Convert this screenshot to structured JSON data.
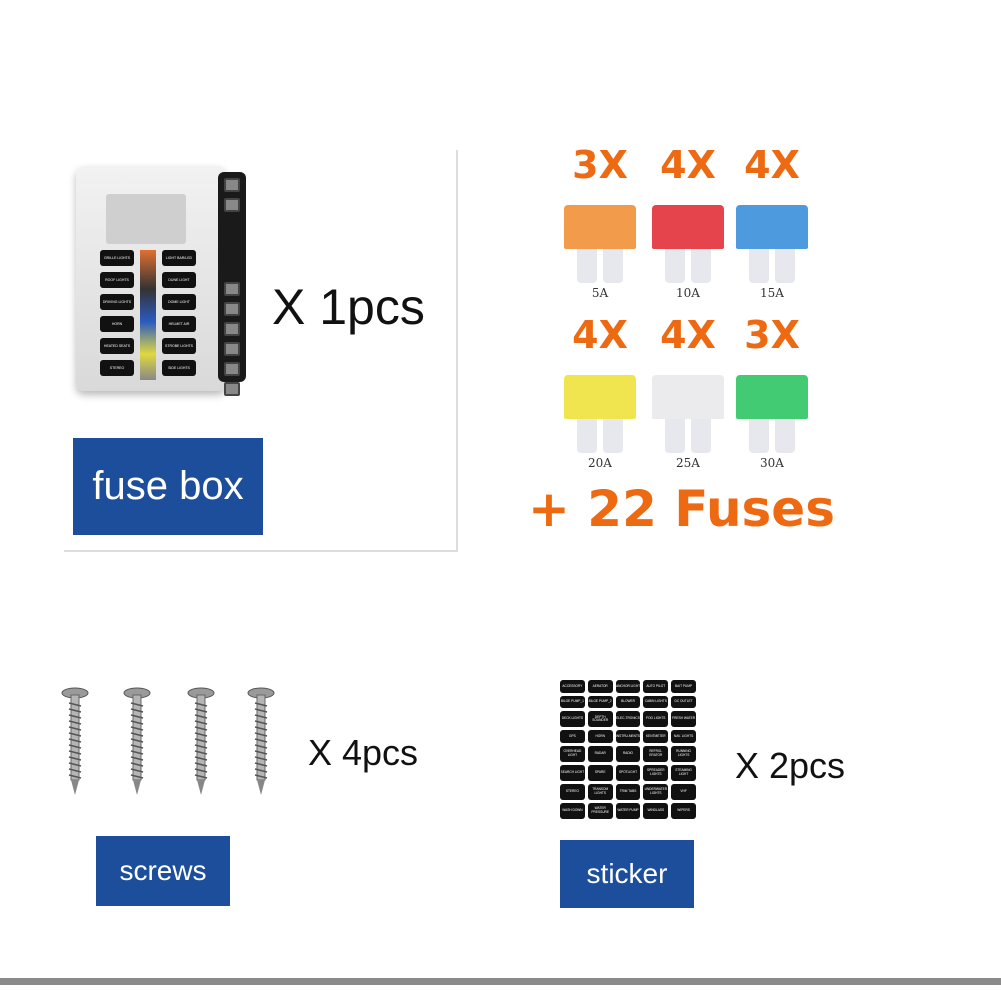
{
  "fuse_box": {
    "qty": "X 1pcs",
    "label": "fuse box",
    "switch_labels": [
      "GRILLE LIGHTS",
      "ROOF LIGHTS",
      "DRIVING LIGHTS",
      "HORN",
      "HEATED SEATS",
      "STEREO",
      "LIGHT BAR/LED",
      "DUNE LIGHT",
      "DOME LIGHT",
      "HELMET AIR",
      "STROBE LIGHTS",
      "SIDE LIGHTS"
    ]
  },
  "fuses": {
    "total": "+ 22 Fuses",
    "items": [
      {
        "count": "3X",
        "amp": "5A",
        "color": "#f08a2a"
      },
      {
        "count": "4X",
        "amp": "10A",
        "color": "#e0232e"
      },
      {
        "count": "4X",
        "amp": "15A",
        "color": "#2f88d8"
      },
      {
        "count": "4X",
        "amp": "20A",
        "color": "#efe030"
      },
      {
        "count": "4X",
        "amp": "25A",
        "color": "#e8e8ea"
      },
      {
        "count": "3X",
        "amp": "30A",
        "color": "#22c25a"
      }
    ]
  },
  "screws": {
    "qty": "X 4pcs",
    "label": "screws"
  },
  "sticker": {
    "qty": "X 2pcs",
    "label": "sticker",
    "labels": [
      "ACCESSORY",
      "AERATOR",
      "ANCHOR LIGHT",
      "AUTO PILOT",
      "BAIT PUMP",
      "BILGE PUMP_1",
      "BILGE PUMP_2",
      "BLOWER",
      "CABIN LIGHTS",
      "DC OUTLET",
      "DECK LIGHTS",
      "DEPTH SOUNDER",
      "ELEC-TRONICS",
      "FOG LIGHTS",
      "FRESH WATER",
      "GPS",
      "HORN",
      "INSTRU-MENTS",
      "KENTMETER",
      "NAV. LIGHTS",
      "OVERHEAD LIGHT",
      "RADAR",
      "RADIO",
      "REFRIG-ERATOR",
      "RUNNING LIGHTS",
      "SEARCH LIGHT",
      "SPARE",
      "SPOTLIGHT",
      "SPREADER LIGHTS",
      "STEAMING LIGHT",
      "STEREO",
      "TRANSOM LIGHTS",
      "TRIM TABS",
      "UNDERWATER LIGHTS",
      "VHF",
      "WASH DOWN",
      "WATER PRESSURE",
      "WATER PUMP",
      "WINDLASS",
      "WIPERS"
    ]
  },
  "colors": {
    "label_bg": "#1c4e9b",
    "accent": "#ee6a12"
  }
}
